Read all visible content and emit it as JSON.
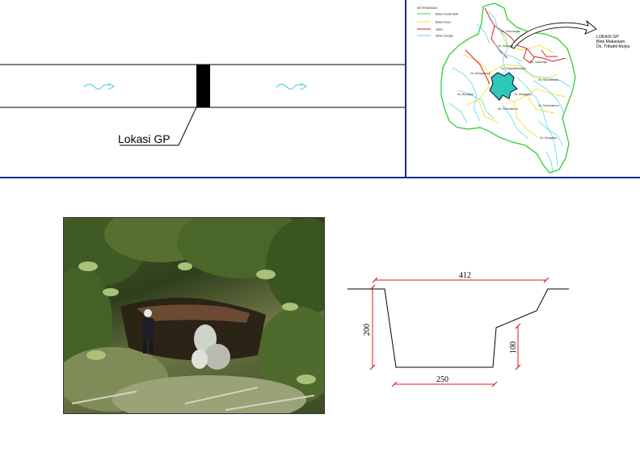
{
  "schematic": {
    "location_label": "Lokasi GP"
  },
  "map": {
    "legend": {
      "title": "KETERANGAN",
      "items": [
        {
          "label": "Batas Kecamatan",
          "color": "#3ecf3e"
        },
        {
          "label": "Batas Desa",
          "color": "#f2e22a"
        },
        {
          "label": "Jalan",
          "color": "#d42020"
        },
        {
          "label": "Aliran Sungai",
          "color": "#5ad8e8"
        }
      ]
    },
    "callout": {
      "line1": "LOKASI GP",
      "line2": "Blok Makasiam",
      "line3": "Ds. Tribakti Mulya"
    },
    "village_labels": [
      "Ds. Pekurangan",
      "Ds. Sukasari",
      "Ds. Margamulya",
      "Ds. Bumijaya",
      "Ds. Palaputihkendra",
      "Ds. Sukamaju",
      "Ds. Sukanandan",
      "Ds. Margajaya",
      "Ds. Sukamakmur",
      "Ds. Sidomakmur",
      "Ds. Margatani"
    ]
  },
  "cross_section": {
    "top_width": "412",
    "bottom_width": "250",
    "total_height": "200",
    "step_height": "100"
  }
}
